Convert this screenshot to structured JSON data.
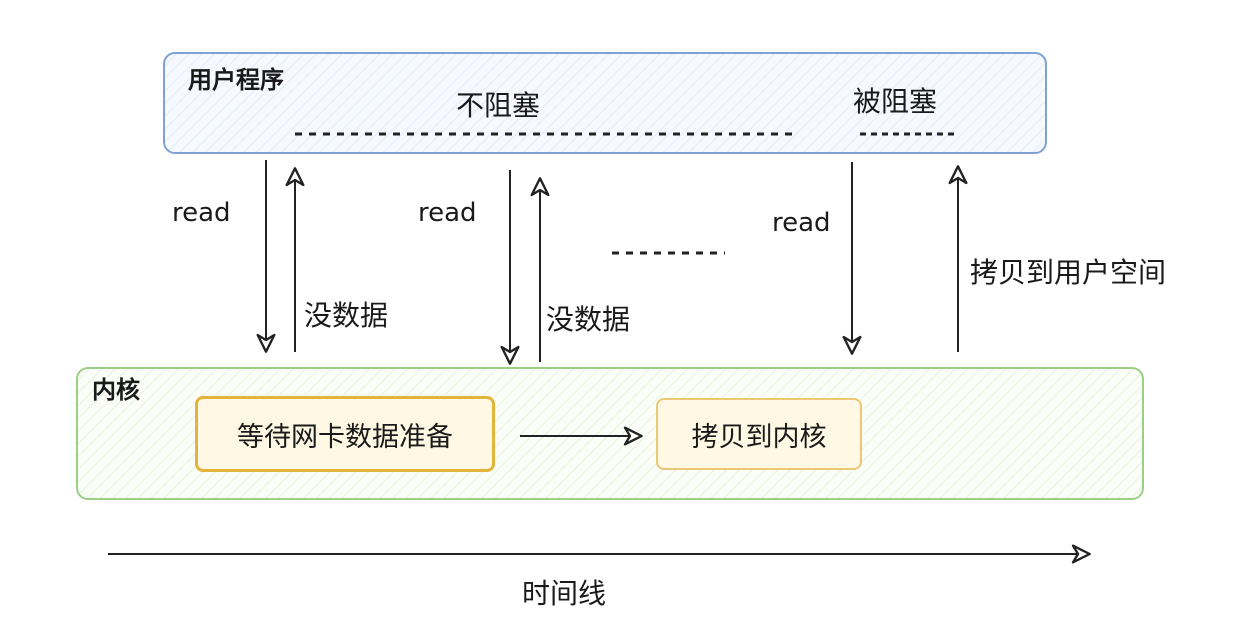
{
  "user_program": {
    "title": "用户程序",
    "non_blocking": "不阻塞",
    "blocked": "被阻塞"
  },
  "calls": {
    "read_1": "read",
    "read_2": "read",
    "read_3": "read",
    "no_data_1": "没数据",
    "no_data_2": "没数据",
    "copy_to_user": "拷贝到用户空间"
  },
  "kernel": {
    "title": "内核",
    "wait_step": "等待网卡数据准备",
    "copy_step": "拷贝到内核"
  },
  "timeline": {
    "label": "时间线"
  },
  "colors": {
    "user_border": "#7fa1d6",
    "kernel_border": "#9bcf86",
    "step_border": "#e4b33a",
    "line": "#222222"
  }
}
